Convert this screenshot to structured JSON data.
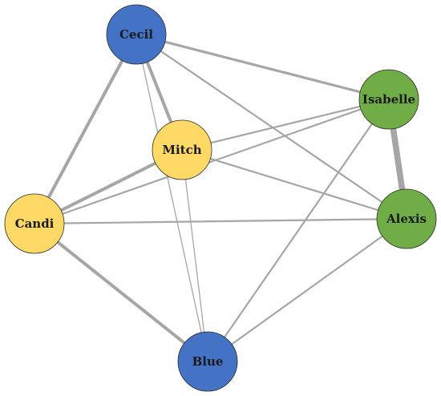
{
  "colors": {
    "group_blue": "#4472c4",
    "group_yellow": "#ffd966",
    "group_green": "#70ad47",
    "edge": "#a6a6a6"
  },
  "nodes": [
    {
      "id": "cecil",
      "label": "Cecil",
      "group": "blue"
    },
    {
      "id": "isabelle",
      "label": "Isabelle",
      "group": "green"
    },
    {
      "id": "mitch",
      "label": "Mitch",
      "group": "yellow"
    },
    {
      "id": "candi",
      "label": "Candi",
      "group": "yellow"
    },
    {
      "id": "alexis",
      "label": "Alexis",
      "group": "green"
    },
    {
      "id": "blue",
      "label": "Blue",
      "group": "blue"
    }
  ],
  "edges": [
    {
      "source": "cecil",
      "target": "isabelle",
      "weight": 3
    },
    {
      "source": "cecil",
      "target": "mitch",
      "weight": 4
    },
    {
      "source": "cecil",
      "target": "candi",
      "weight": 4
    },
    {
      "source": "cecil",
      "target": "blue",
      "weight": 1
    },
    {
      "source": "cecil",
      "target": "alexis",
      "weight": 2
    },
    {
      "source": "isabelle",
      "target": "mitch",
      "weight": 2
    },
    {
      "source": "isabelle",
      "target": "candi",
      "weight": 2
    },
    {
      "source": "isabelle",
      "target": "alexis",
      "weight": 8
    },
    {
      "source": "isabelle",
      "target": "blue",
      "weight": 2
    },
    {
      "source": "mitch",
      "target": "candi",
      "weight": 4
    },
    {
      "source": "mitch",
      "target": "alexis",
      "weight": 2
    },
    {
      "source": "mitch",
      "target": "blue",
      "weight": 1
    },
    {
      "source": "candi",
      "target": "alexis",
      "weight": 2
    },
    {
      "source": "candi",
      "target": "blue",
      "weight": 4
    },
    {
      "source": "alexis",
      "target": "blue",
      "weight": 2
    }
  ]
}
